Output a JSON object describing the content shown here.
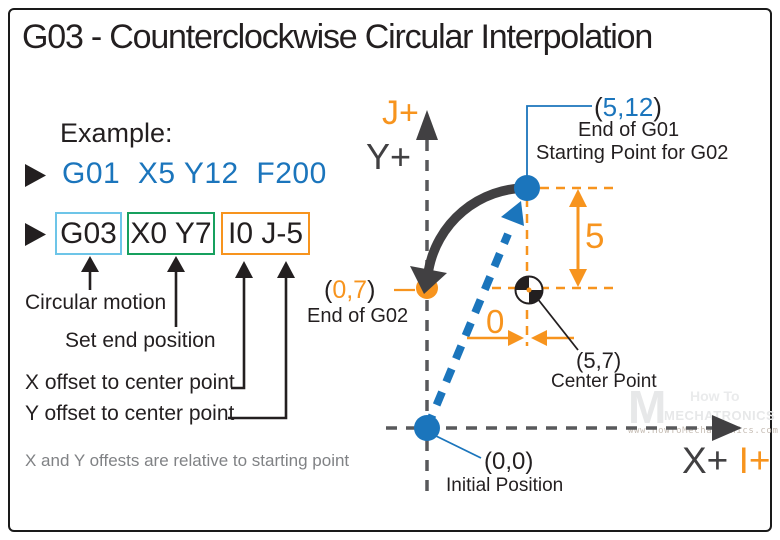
{
  "title": "G03 - Counterclockwise Circular Interpolation",
  "example": {
    "heading": "Example:",
    "g01_line": "G01  X5 Y12  F200",
    "boxes": [
      {
        "text": "G03"
      },
      {
        "text": "X0 Y7"
      },
      {
        "text": "I0 J-5"
      }
    ],
    "callouts": [
      "Circular motion",
      "Set end position",
      "X offset to center point",
      "Y offset to center point"
    ],
    "note": "X and Y offests are relative to starting point"
  },
  "punct": {
    "open": "(",
    "close": ")"
  },
  "diagram": {
    "axis": {
      "j": "J+",
      "y": "Y+",
      "x": "X+",
      "i": "I+"
    },
    "start_point": {
      "coord": "5,12",
      "caption1": "End of G01",
      "caption2": "Starting Point for G02"
    },
    "end_point": {
      "coord": "0,7",
      "caption": "End of G02"
    },
    "center_point": {
      "coord": "5,7",
      "caption": "Center Point"
    },
    "initial_point": {
      "coord": "0,0",
      "caption": "Initial Position"
    },
    "dim_vertical": "5",
    "dim_horizontal": "0"
  },
  "watermark": {
    "logo_letter": "M",
    "line1": "How To",
    "line2": "MECHATRONICS",
    "url": "www.HowToMechatronics.com"
  },
  "colors": {
    "blue": "#1B75BC",
    "orange": "#F7941E",
    "green_box_border": "#17A05E",
    "lightblue_box_border": "#6DC5E8",
    "dark_gray": "#414042",
    "note_gray": "#808285",
    "text_black": "#231F20"
  }
}
